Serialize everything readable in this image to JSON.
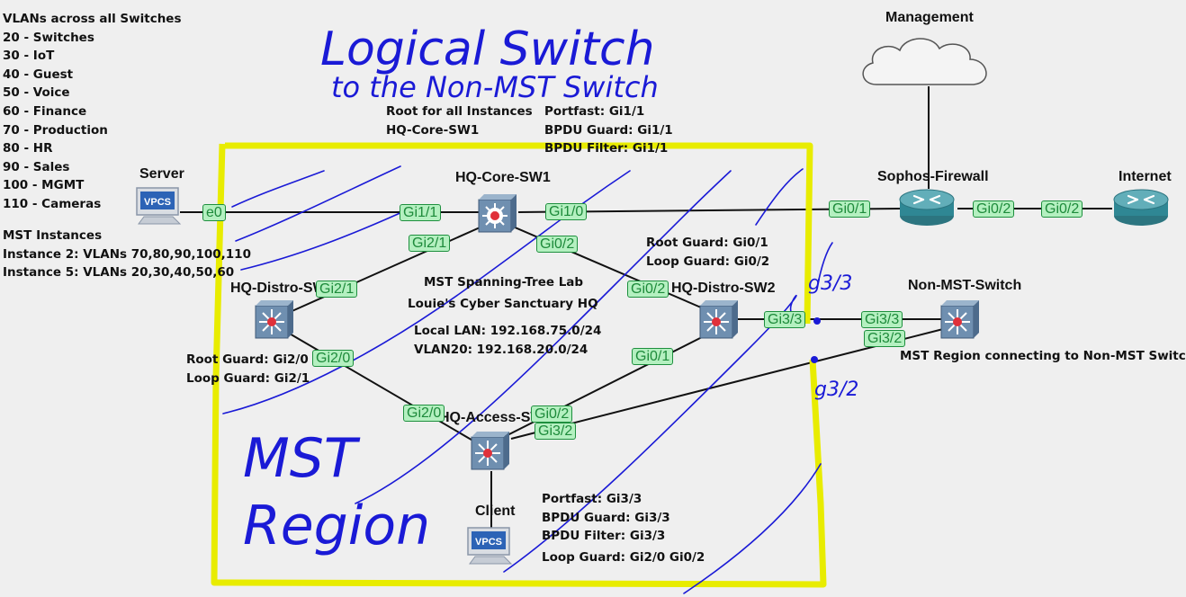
{
  "vlan_notes": {
    "heading": "VLANs across all Switches",
    "items": [
      "20 - Switches",
      "30 - IoT",
      "40 - Guest",
      "50 - Voice",
      "60 - Finance",
      "70 - Production",
      "80 - HR",
      "90 - Sales",
      "100 - MGMT",
      "110 - Cameras"
    ]
  },
  "mst_notes": {
    "heading": "MST Instances",
    "items": [
      "Instance 2: VLANs 70,80,90,100,110",
      "Instance 5: VLANs 20,30,40,50,60"
    ]
  },
  "core_notes": {
    "lines": [
      "Root for all Instances",
      "HQ-Core-SW1"
    ]
  },
  "core_port_notes": {
    "lines": [
      "Portfast: Gi1/1",
      "BPDU Guard: Gi1/1",
      "BPDU Filter: Gi1/1"
    ]
  },
  "distro2_notes": {
    "lines": [
      "Root Guard: Gi0/1",
      "Loop Guard: Gi0/2"
    ]
  },
  "distro1_notes": {
    "lines": [
      "Root Guard: Gi2/0",
      "Loop Guard: Gi2/1"
    ]
  },
  "lab_notes": {
    "lines": [
      "MST Spanning-Tree Lab",
      "Louie's Cyber Sanctuary HQ"
    ]
  },
  "lan_notes": {
    "lines": [
      "Local LAN: 192.168.75.0/24",
      "VLAN20: 192.168.20.0/24"
    ]
  },
  "access_notes": {
    "lines": [
      "Portfast: Gi3/3",
      "BPDU Guard: Gi3/3",
      "BPDU Filter: Gi3/3",
      "Loop Guard: Gi2/0  Gi0/2"
    ]
  },
  "non_mst_note": "MST Region connecting to Non-MST Switch",
  "nodes": {
    "server": {
      "label": "Server",
      "icon_text": "VPCS"
    },
    "client": {
      "label": "Client",
      "icon_text": "VPCS"
    },
    "core": {
      "label": "HQ-Core-SW1"
    },
    "distro1": {
      "label": "HQ-Distro-SW1"
    },
    "distro2": {
      "label": "HQ-Distro-SW2"
    },
    "access": {
      "label": "HQ-Access-SW1"
    },
    "nonmst": {
      "label": "Non-MST-Switch"
    },
    "firewall": {
      "label": "Sophos-Firewall"
    },
    "internet": {
      "label": "Internet"
    },
    "management": {
      "label": "Management"
    }
  },
  "ports": {
    "server_e0": "e0",
    "core_gi1_1": "Gi1/1",
    "core_gi1_0": "Gi1/0",
    "core_gi2_1": "Gi2/1",
    "core_gi0_2": "Gi0/2",
    "fw_gi0_1": "Gi0/1",
    "fw_gi0_2": "Gi0/2",
    "inet_gi0_2": "Gi0/2",
    "d1_gi2_1": "Gi2/1",
    "d1_gi2_0": "Gi2/0",
    "d2_gi0_2": "Gi0/2",
    "d2_gi0_1": "Gi0/1",
    "d2_gi3_3": "Gi3/3",
    "nm_gi3_3": "Gi3/3",
    "nm_gi3_2": "Gi3/2",
    "acc_gi2_0": "Gi2/0",
    "acc_gi0_2": "Gi0/2",
    "acc_gi3_2": "Gi3/2"
  },
  "handwriting": {
    "title_line1": "Logical Switch",
    "title_line2": "to the Non-MST Switch",
    "g3_3": "g3/3",
    "g3_2": "g3/2",
    "mst": "MST",
    "region": "Region"
  },
  "colors": {
    "background": "#efefef",
    "port_fill": "#b4f0c0",
    "port_text": "#1d8a3a",
    "highlight": "#e8ec00",
    "ink": "#1a1ad6",
    "switch": "#6f8fb0"
  }
}
